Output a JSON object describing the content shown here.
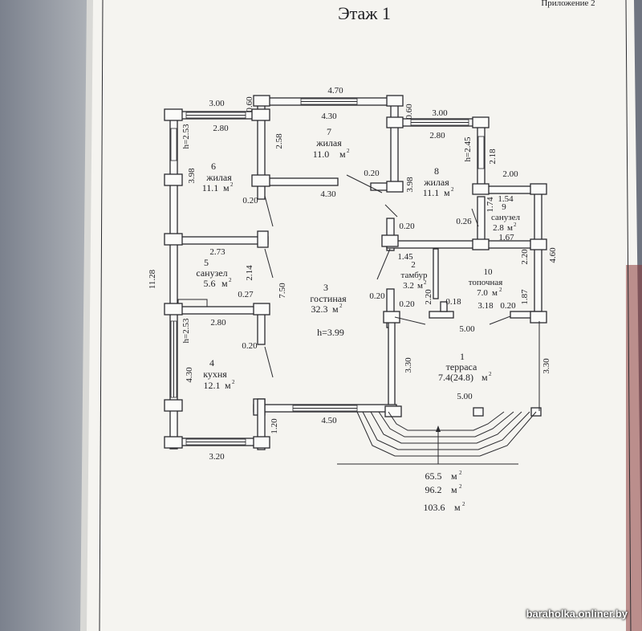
{
  "header": {
    "title": "Этаж 1",
    "appendix": "Приложение 2"
  },
  "rooms": [
    {
      "id": "r1",
      "number": "1",
      "name": "терраса",
      "area": "7.4(24.8)"
    },
    {
      "id": "r2",
      "number": "2",
      "name": "тамбур",
      "area": "3.2"
    },
    {
      "id": "r3",
      "number": "3",
      "name": "гостиная",
      "area": "32.3",
      "height": "h=3.99"
    },
    {
      "id": "r4",
      "number": "4",
      "name": "кухня",
      "area": "12.1"
    },
    {
      "id": "r5",
      "number": "5",
      "name": "санузел",
      "area": "5.6"
    },
    {
      "id": "r6",
      "number": "6",
      "name": "жилая",
      "area": "11.1"
    },
    {
      "id": "r7",
      "number": "7",
      "name": "жилая",
      "area": "11.0"
    },
    {
      "id": "r8",
      "number": "8",
      "name": "жилая",
      "area": "11.1"
    },
    {
      "id": "r9",
      "number": "9",
      "name": "санузел",
      "area": "2.8"
    },
    {
      "id": "r10",
      "number": "10",
      "name": "топочная",
      "area": "7.0"
    }
  ],
  "area_unit": "м",
  "area_unit_sup": "2",
  "dimensions": {
    "top_470": "4.70",
    "top_300_left": "3.00",
    "top_060_left": "0.60",
    "top_430": "4.30",
    "top_060_right": "0.60",
    "top_300_right": "3.00",
    "r6_280": "2.80",
    "r6_h": "h=2.53",
    "r6_398": "3.98",
    "r6_020": "0.20",
    "r7_258": "2.58",
    "mid_430": "4.30",
    "door_020_top": "0.20",
    "r8_280": "2.80",
    "r8_h": "h=2.45",
    "r8_218": "2.18",
    "r8_200": "2.00",
    "r8_398": "3.98",
    "r8_020": "0.20",
    "r9_154": "1.54",
    "r9_174": "1.74",
    "r9_026": "0.26",
    "r9_167": "1.67",
    "right_460": "4.60",
    "left_1128": "11.28",
    "r5_273": "2.73",
    "r5_214": "2.14",
    "r5_027": "0.27",
    "r3_750": "7.50",
    "r2_145": "1.45",
    "r2_020a": "0.20",
    "r2_220": "2.20",
    "r2_020b": "0.20",
    "r2_018": "0.18",
    "r10_220": "2.20",
    "r10_187": "1.87",
    "r10_318": "3.18",
    "r10_020": "0.20",
    "r4_280": "2.80",
    "r4_h": "h=2.53",
    "r4_430": "4.30",
    "r4_020": "0.20",
    "terr_500_top": "5.00",
    "terr_330_left": "3.30",
    "terr_330_right": "3.30",
    "terr_500_bottom": "5.00",
    "bottom_450": "4.50",
    "bottom_120": "1.20",
    "bottom_320": "3.20"
  },
  "totals": [
    {
      "value": "65.5",
      "unit": "м",
      "sup": "2"
    },
    {
      "value": "96.2",
      "unit": "м",
      "sup": "2"
    },
    {
      "value": "103.6",
      "unit": "м",
      "sup": "2"
    }
  ],
  "watermark": "baraholka.onliner.by",
  "colors": {
    "paper": "#fbfbf9",
    "line": "#2a2a2e",
    "background": "#7d8390"
  }
}
